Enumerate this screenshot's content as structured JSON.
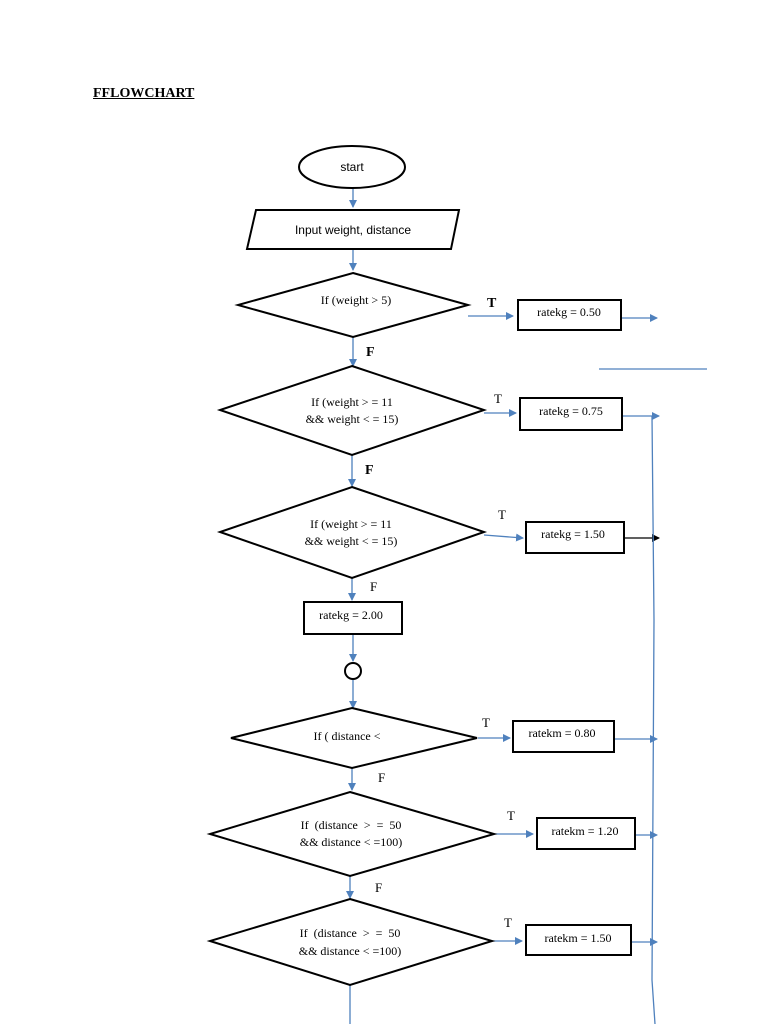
{
  "heading": "FFLOWCHART",
  "start": "start",
  "input": "Input weight, distance",
  "decisions": [
    {
      "line1": "If (weight > 5)",
      "line2": ""
    },
    {
      "line1": "If (weight > = 11",
      "line2": "&& weight < = 15)"
    },
    {
      "line1": "If (weight > = 11",
      "line2": "&& weight < = 15)"
    },
    {
      "line1": "If ( distance <",
      "line2": ""
    },
    {
      "line1": "If  (distance  >  =  50",
      "line2": "&& distance < =100)"
    },
    {
      "line1": "If  (distance  >  =  50",
      "line2": "&& distance < =100)"
    }
  ],
  "processes": [
    "ratekg = 0.50",
    "ratekg = 0.75",
    "ratekg = 1.50",
    "ratekg = 2.00",
    "ratekm = 0.80",
    "ratekm = 1.20",
    "ratekm = 1.50"
  ],
  "true_label": "T",
  "false_label": "F"
}
